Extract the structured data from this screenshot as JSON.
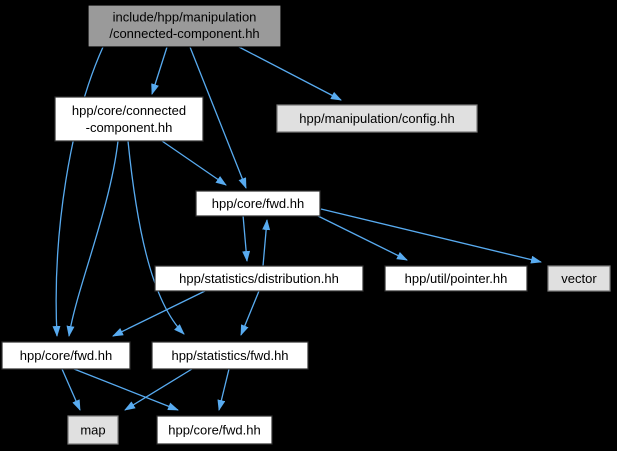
{
  "diagram_type": "doxygen-include-dependency-graph",
  "colors": {
    "background": "#000000",
    "edge": "#58ABF0",
    "main_node_fill": "#9A9A9A",
    "main_node_border": "#000000",
    "documented_node_fill": "#FFFFFF",
    "documented_node_border": "#303030",
    "external_node_fill": "#E0E0E0",
    "external_node_border": "#7A7A7A",
    "text": "#000000"
  },
  "nodes": {
    "main": {
      "line1": "include/hpp/manipulation",
      "line2": "/connected-component.hh",
      "kind": "main"
    },
    "core_connected": {
      "line1": "hpp/core/connected",
      "line2": "-component.hh",
      "kind": "documented"
    },
    "config": {
      "label": "hpp/manipulation/config.hh",
      "kind": "external"
    },
    "core_fwd_mid": {
      "label": "hpp/core/fwd.hh",
      "kind": "documented"
    },
    "distribution": {
      "label": "hpp/statistics/distribution.hh",
      "kind": "documented"
    },
    "pointer": {
      "label": "hpp/util/pointer.hh",
      "kind": "documented"
    },
    "vector": {
      "label": "vector",
      "kind": "external"
    },
    "core_fwd_left": {
      "label": "hpp/core/fwd.hh",
      "kind": "documented"
    },
    "stats_fwd": {
      "label": "hpp/statistics/fwd.hh",
      "kind": "documented"
    },
    "map": {
      "label": "map",
      "kind": "external"
    },
    "core_fwd_bottom": {
      "label": "hpp/core/fwd.hh",
      "kind": "documented"
    }
  },
  "edges": [
    {
      "from": "main",
      "to": "core_connected"
    },
    {
      "from": "main",
      "to": "core_fwd_left"
    },
    {
      "from": "main",
      "to": "core_fwd_mid"
    },
    {
      "from": "main",
      "to": "config"
    },
    {
      "from": "core_connected",
      "to": "core_fwd_left"
    },
    {
      "from": "core_connected",
      "to": "stats_fwd"
    },
    {
      "from": "core_connected",
      "to": "core_fwd_mid"
    },
    {
      "from": "core_fwd_mid",
      "to": "distribution"
    },
    {
      "from": "distribution",
      "to": "core_fwd_mid"
    },
    {
      "from": "core_fwd_mid",
      "to": "pointer"
    },
    {
      "from": "core_fwd_mid",
      "to": "vector"
    },
    {
      "from": "distribution",
      "to": "core_fwd_left"
    },
    {
      "from": "distribution",
      "to": "stats_fwd"
    },
    {
      "from": "core_fwd_left",
      "to": "map"
    },
    {
      "from": "core_fwd_left",
      "to": "core_fwd_bottom"
    },
    {
      "from": "stats_fwd",
      "to": "map"
    },
    {
      "from": "stats_fwd",
      "to": "core_fwd_bottom"
    }
  ]
}
